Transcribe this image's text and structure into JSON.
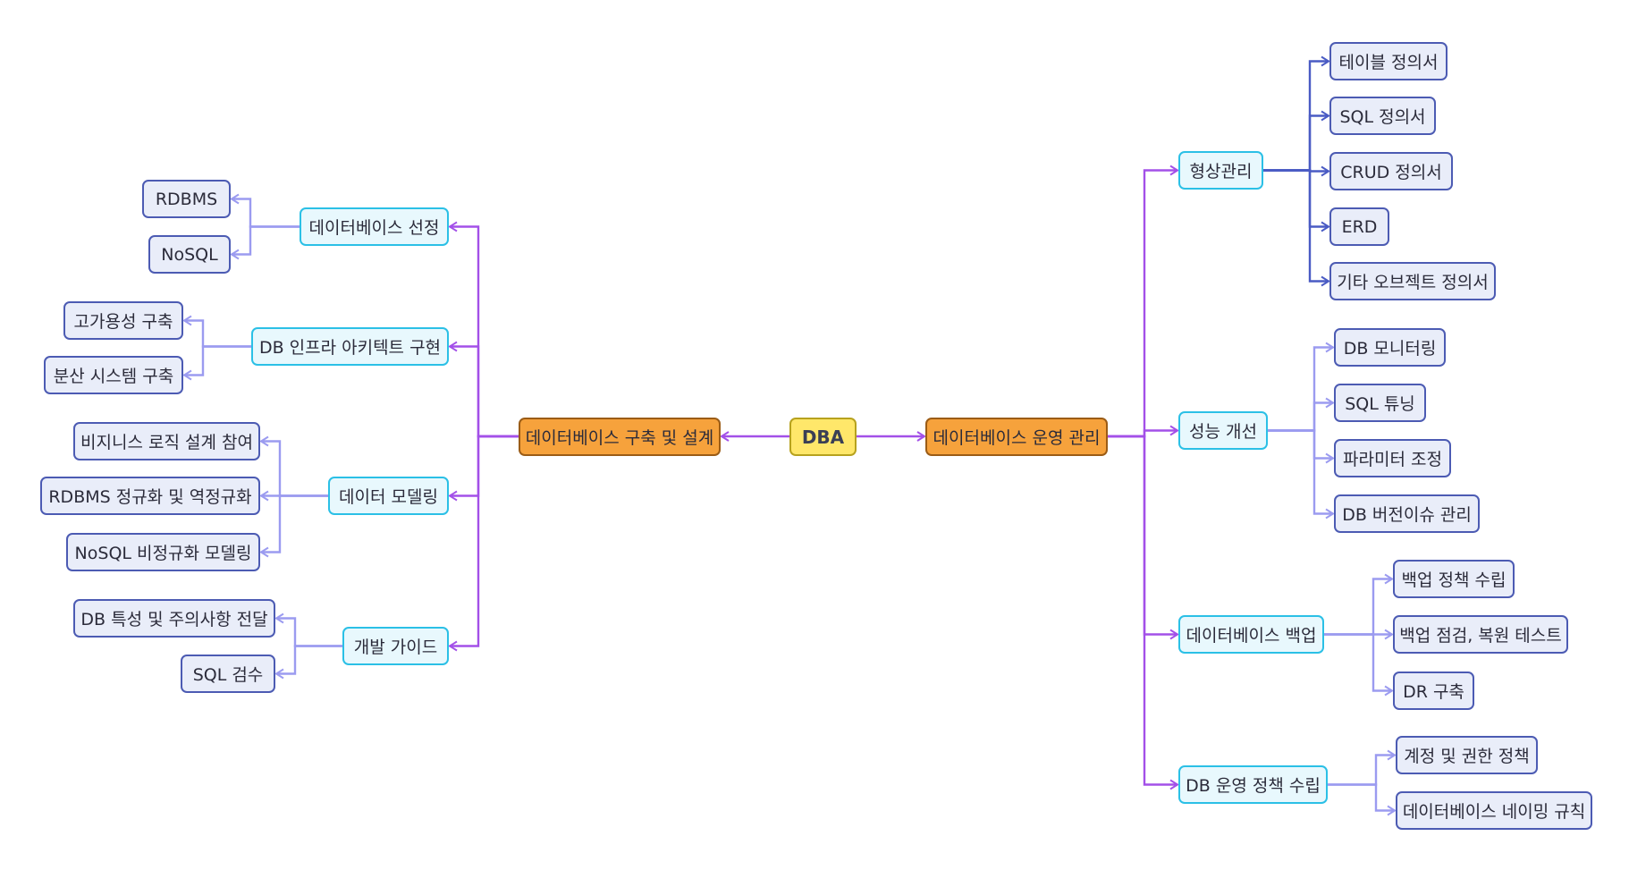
{
  "root": "DBA",
  "left": {
    "label": "데이터베이스 구축 및 설계",
    "children": [
      {
        "label": "데이터베이스 선정",
        "children": [
          "RDBMS",
          "NoSQL"
        ]
      },
      {
        "label": "DB 인프라 아키텍트 구현",
        "children": [
          "고가용성 구축",
          "분산 시스템 구축"
        ]
      },
      {
        "label": "데이터 모델링",
        "children": [
          "비지니스 로직 설계 참여",
          "RDBMS 정규화 및 역정규화",
          "NoSQL 비정규화 모델링"
        ]
      },
      {
        "label": "개발 가이드",
        "children": [
          "DB 특성 및 주의사항 전달",
          "SQL 검수"
        ]
      }
    ]
  },
  "right": {
    "label": "데이터베이스 운영 관리",
    "children": [
      {
        "label": "형상관리",
        "children": [
          "테이블 정의서",
          "SQL 정의서",
          "CRUD 정의서",
          "ERD",
          "기타 오브젝트 정의서"
        ]
      },
      {
        "label": "성능 개선",
        "children": [
          "DB 모니터링",
          "SQL 튜닝",
          "파라미터 조정",
          "DB 버전이슈 관리"
        ]
      },
      {
        "label": "데이터베이스 백업",
        "children": [
          "백업 정책 수립",
          "백업 점검, 복원 테스트",
          "DR 구축"
        ]
      },
      {
        "label": "DB 운영 정책 수립",
        "children": [
          "계정 및 권한 정책",
          "데이터베이스 네이밍 규칙"
        ]
      }
    ]
  },
  "colors": {
    "root_fill": "#ffe76a",
    "branch_fill": "#f6a23c",
    "level2_fill": "#e8f8fd",
    "level2_border": "#2bc0e6",
    "level3_fill": "#e9edf9",
    "level3_border": "#4c5bb3",
    "edge_main": "#a350e8",
    "edge_leaf": "#9b9bf0",
    "edge_dark": "#4a5bc4"
  }
}
